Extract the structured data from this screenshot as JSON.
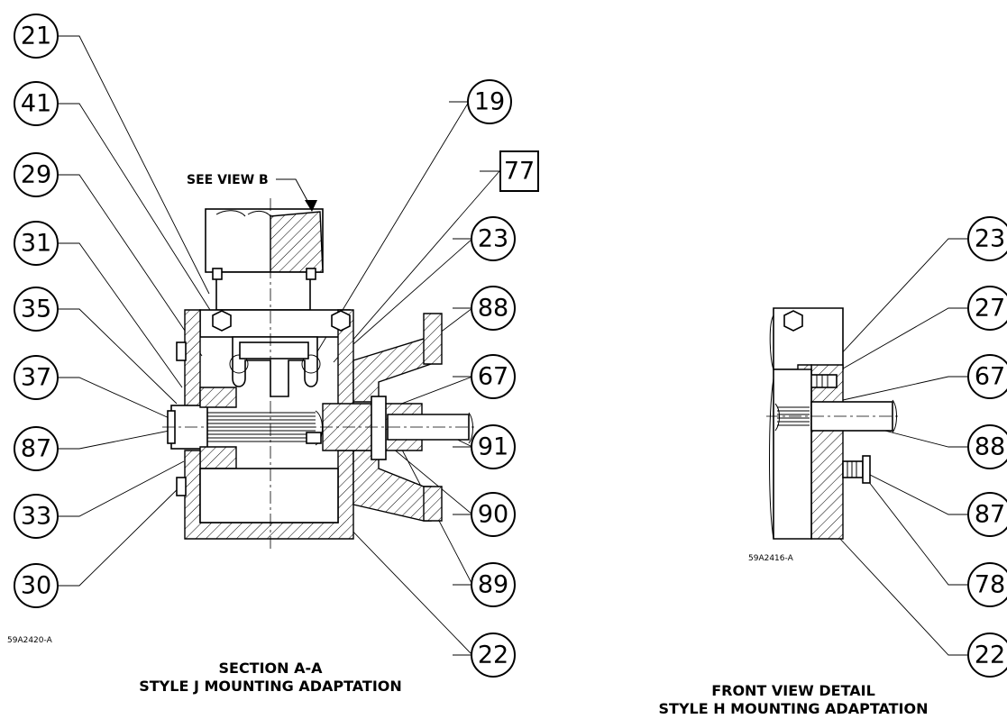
{
  "left_view": {
    "callouts": [
      {
        "id": "21",
        "label": "21"
      },
      {
        "id": "41",
        "label": "41"
      },
      {
        "id": "29",
        "label": "29"
      },
      {
        "id": "31",
        "label": "31"
      },
      {
        "id": "35",
        "label": "35"
      },
      {
        "id": "37",
        "label": "37"
      },
      {
        "id": "87",
        "label": "87"
      },
      {
        "id": "33",
        "label": "33"
      },
      {
        "id": "30",
        "label": "30"
      },
      {
        "id": "19",
        "label": "19"
      },
      {
        "id": "77",
        "label": "77"
      },
      {
        "id": "23",
        "label": "23"
      },
      {
        "id": "88",
        "label": "88"
      },
      {
        "id": "67",
        "label": "67"
      },
      {
        "id": "91",
        "label": "91"
      },
      {
        "id": "90",
        "label": "90"
      },
      {
        "id": "89",
        "label": "89"
      },
      {
        "id": "22",
        "label": "22"
      }
    ],
    "see_view_label": "SEE VIEW B",
    "drawing_number": "59A2420-A",
    "caption_line1": "SECTION A-A",
    "caption_line2": "STYLE J MOUNTING ADAPTATION"
  },
  "right_view": {
    "callouts": [
      {
        "id": "23",
        "label": "23"
      },
      {
        "id": "27",
        "label": "27"
      },
      {
        "id": "67",
        "label": "67"
      },
      {
        "id": "88",
        "label": "88"
      },
      {
        "id": "87",
        "label": "87"
      },
      {
        "id": "78",
        "label": "78"
      },
      {
        "id": "22",
        "label": "22"
      }
    ],
    "drawing_number": "59A2416-A",
    "caption_line1": "FRONT VIEW DETAIL",
    "caption_line2": "STYLE H MOUNTING ADAPTATION"
  }
}
